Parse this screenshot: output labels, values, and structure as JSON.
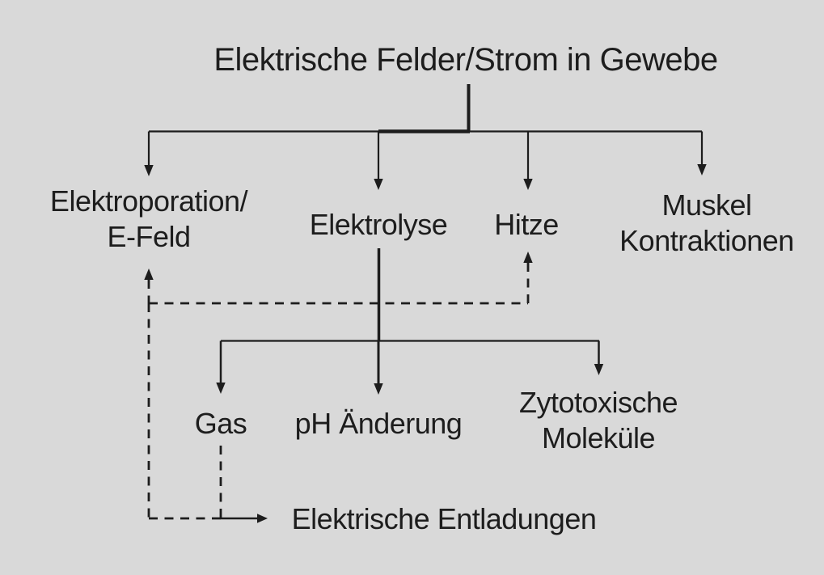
{
  "diagram": {
    "title": "Elektrische Felder/Strom in Gewebe",
    "colors": {
      "background": "#d9d9d9",
      "line": "#1d1d1d",
      "text": "#1d1d1d"
    },
    "level1": [
      {
        "id": "elektroporation",
        "lines": [
          "Elektroporation/",
          "E-Feld"
        ]
      },
      {
        "id": "elektrolyse",
        "lines": [
          "Elektrolyse"
        ]
      },
      {
        "id": "hitze",
        "lines": [
          "Hitze"
        ]
      },
      {
        "id": "muskel",
        "lines": [
          "Muskel",
          "Kontraktionen"
        ]
      }
    ],
    "level2": [
      {
        "id": "gas",
        "lines": [
          "Gas"
        ]
      },
      {
        "id": "ph",
        "lines": [
          "pH Änderung"
        ]
      },
      {
        "id": "zytotoxisch",
        "lines": [
          "Zytotoxische",
          "Moleküle"
        ]
      }
    ],
    "level3": [
      {
        "id": "entladungen",
        "lines": [
          "Elektrische Entladungen"
        ]
      }
    ],
    "edges": [
      {
        "from": "root",
        "to": "elektroporation",
        "style": "solid"
      },
      {
        "from": "root",
        "to": "elektrolyse",
        "style": "solid"
      },
      {
        "from": "root",
        "to": "hitze",
        "style": "solid"
      },
      {
        "from": "root",
        "to": "muskel",
        "style": "solid"
      },
      {
        "from": "elektrolyse",
        "to": "gas",
        "style": "solid"
      },
      {
        "from": "elektrolyse",
        "to": "ph",
        "style": "solid"
      },
      {
        "from": "elektrolyse",
        "to": "zytotoxisch",
        "style": "solid"
      },
      {
        "from": "gas",
        "to": "entladungen",
        "style": "dashed"
      },
      {
        "from": "entladungen",
        "to": "elektroporation",
        "style": "dashed"
      },
      {
        "from": "entladungen",
        "to": "hitze",
        "style": "dashed"
      }
    ]
  }
}
